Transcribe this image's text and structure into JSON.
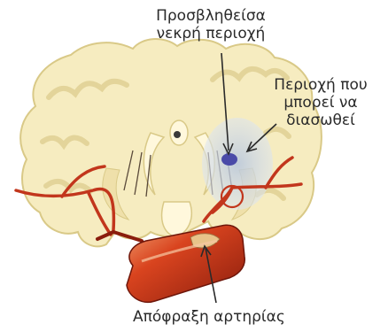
{
  "labels": {
    "dead_area": {
      "line1": "Προσβληθείσα",
      "line2": "νεκρή περιοχή"
    },
    "salvageable_area": {
      "line1": "Περιοχή που",
      "line2": "μπορεί να",
      "line3": "διασωθεί"
    },
    "occlusion": {
      "text": "Απόφραξη αρτηρίας"
    }
  },
  "colors": {
    "white_matter": "#f6ecc0",
    "white_matter_edge": "#d9c987",
    "gray_matter": "#fff8dc",
    "artery": "#c2361c",
    "artery_dark": "#8a1d0d",
    "penumbra": "#c9d6e8",
    "dead_core": "#4a4aa8",
    "text": "#2a2a2a"
  }
}
